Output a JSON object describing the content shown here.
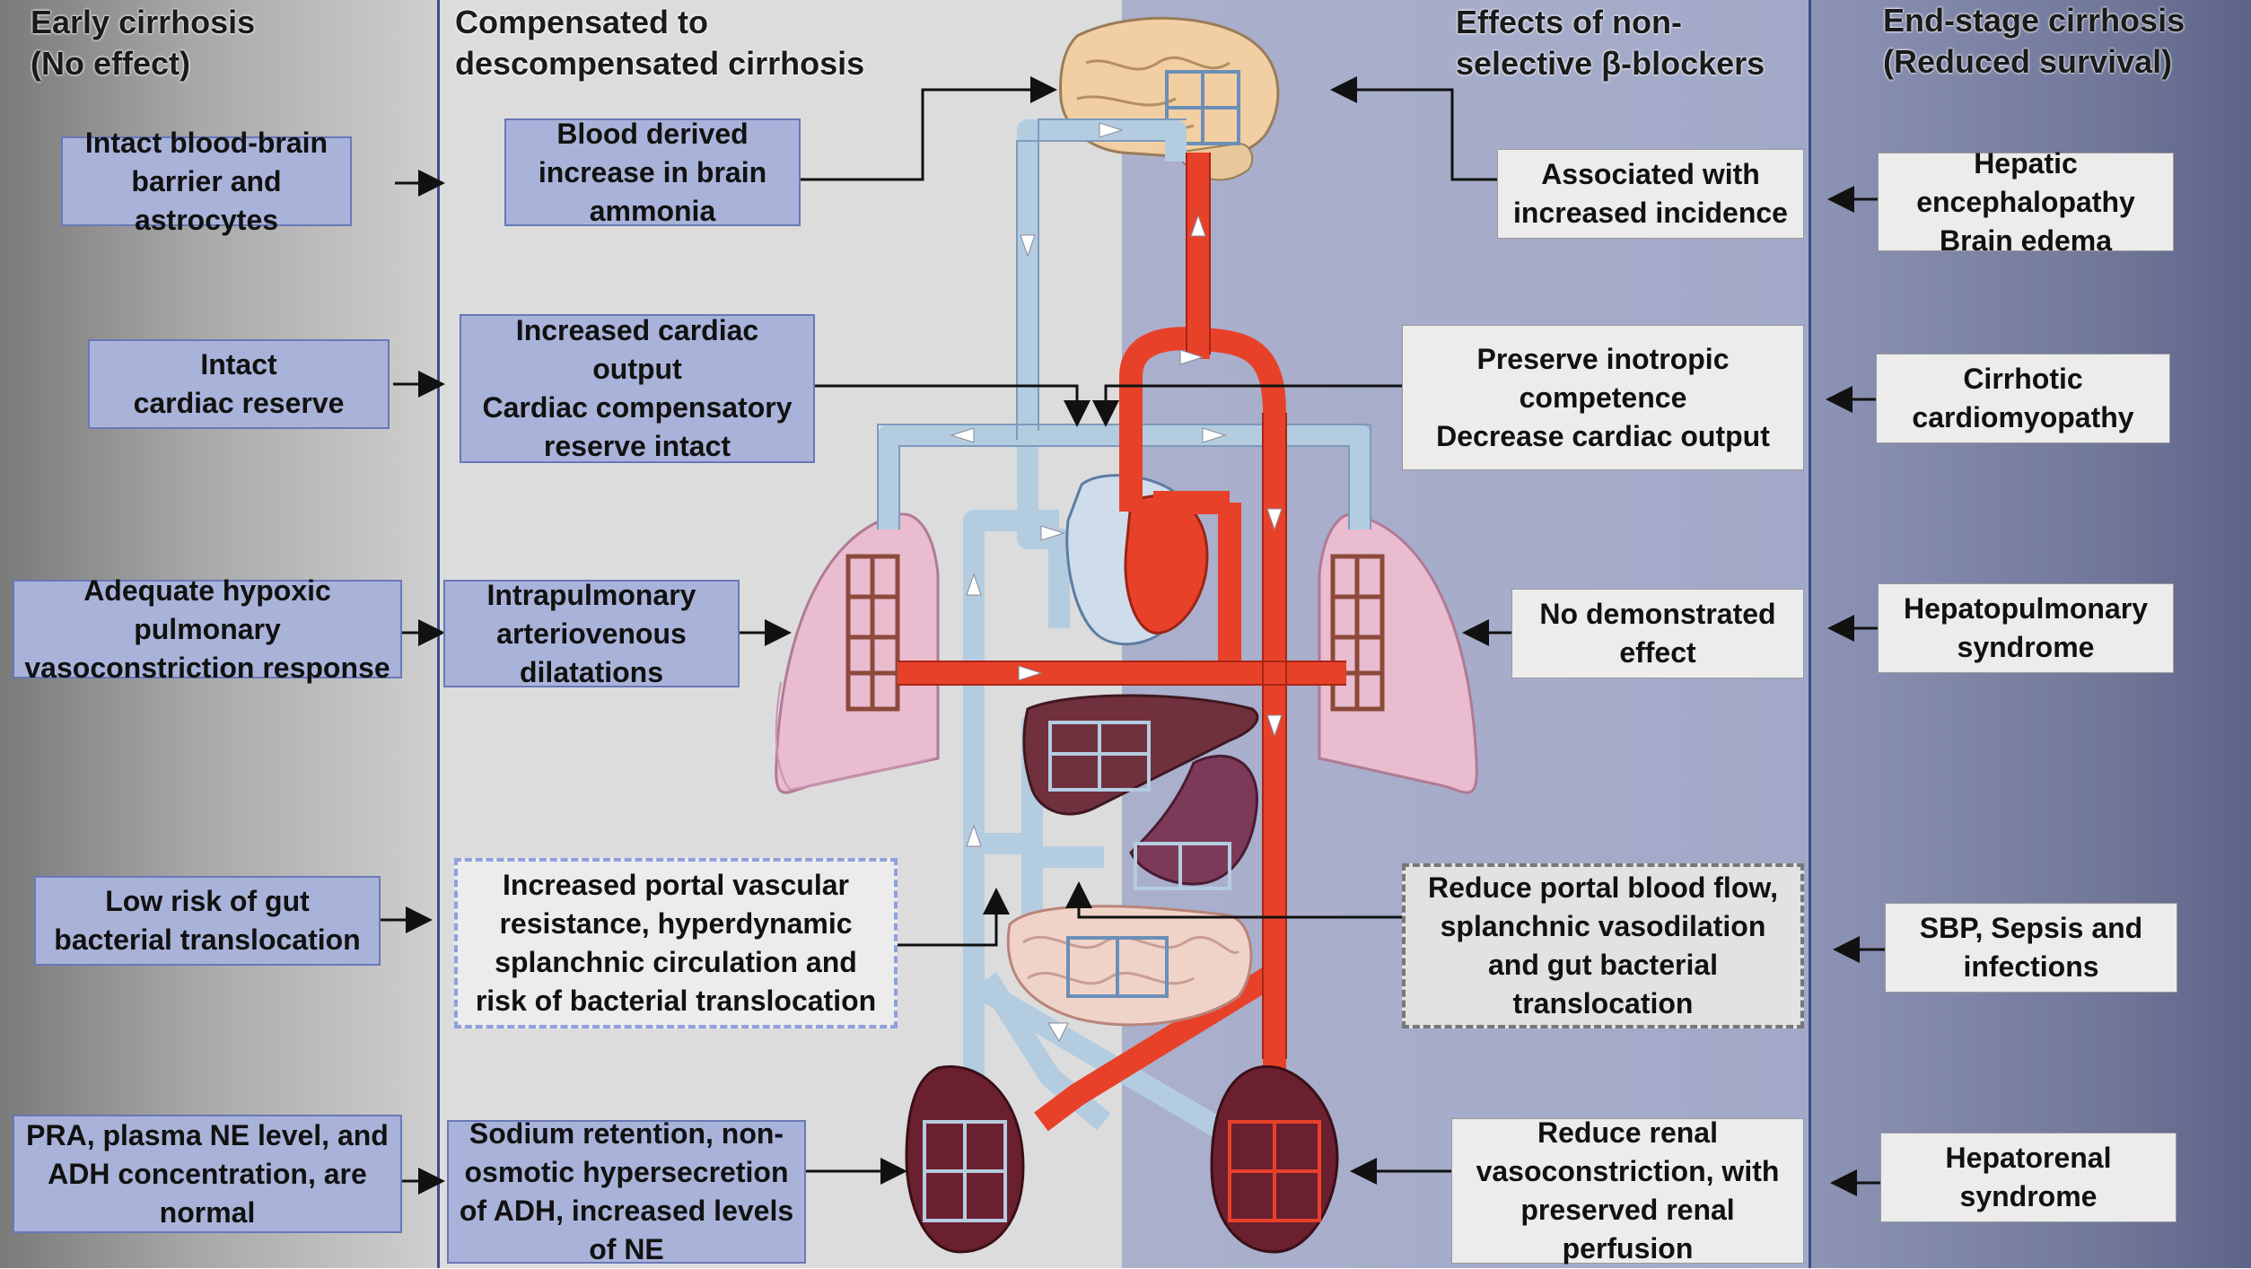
{
  "headers": {
    "early": "Early cirrhosis\n(No effect)",
    "compensated": "Compensated to\ndescompensated cirrhosis",
    "effects": "Effects of non-\nselective β-blockers",
    "endstage": "End-stage cirrhosis\n(Reduced survival)"
  },
  "early": {
    "brain": "Intact blood-brain\nbarrier and astrocytes",
    "heart": "Intact\ncardiac reserve",
    "lung": "Adequate hypoxic\npulmonary\nvasoconstriction response",
    "gut": "Low risk of gut\nbacterial translocation",
    "kidney": "PRA, plasma NE level, and\nADH concentration, are\nnormal"
  },
  "compensated": {
    "brain": "Blood derived\nincrease in brain\nammonia",
    "heart": "Increased cardiac\noutput\nCardiac compensatory\nreserve intact",
    "lung": "Intrapulmonary\narteriovenous\ndilatations",
    "gut": "Increased portal vascular\nresistance, hyperdynamic\nsplanchnic circulation and\nrisk of bacterial translocation",
    "kidney": "Sodium retention, non-\nosmotic hypersecretion\nof ADH, increased levels\nof NE"
  },
  "effects": {
    "brain": "Associated with\nincreased incidence",
    "heart": "Preserve inotropic\ncompetence\nDecrease cardiac output",
    "lung": "No demonstrated\neffect",
    "gut": "Reduce portal blood flow,\nsplanchnic vasodilation\nand gut bacterial\ntranslocation",
    "kidney": "Reduce renal\nvasoconstriction, with\npreserved renal\nperfusion"
  },
  "endstage": {
    "brain": "Hepatic\nencephalopathy\nBrain edema",
    "heart": "Cirrhotic\ncardiomyopathy",
    "lung": "Hepatopulmonary\nsyndrome",
    "gut": "SBP, Sepsis and\ninfections",
    "kidney": "Hepatorenal\nsyndrome"
  },
  "colors": {
    "artery": "#e8412a",
    "vein": "#b4cce0",
    "panel_border": "#3d4c8a"
  }
}
